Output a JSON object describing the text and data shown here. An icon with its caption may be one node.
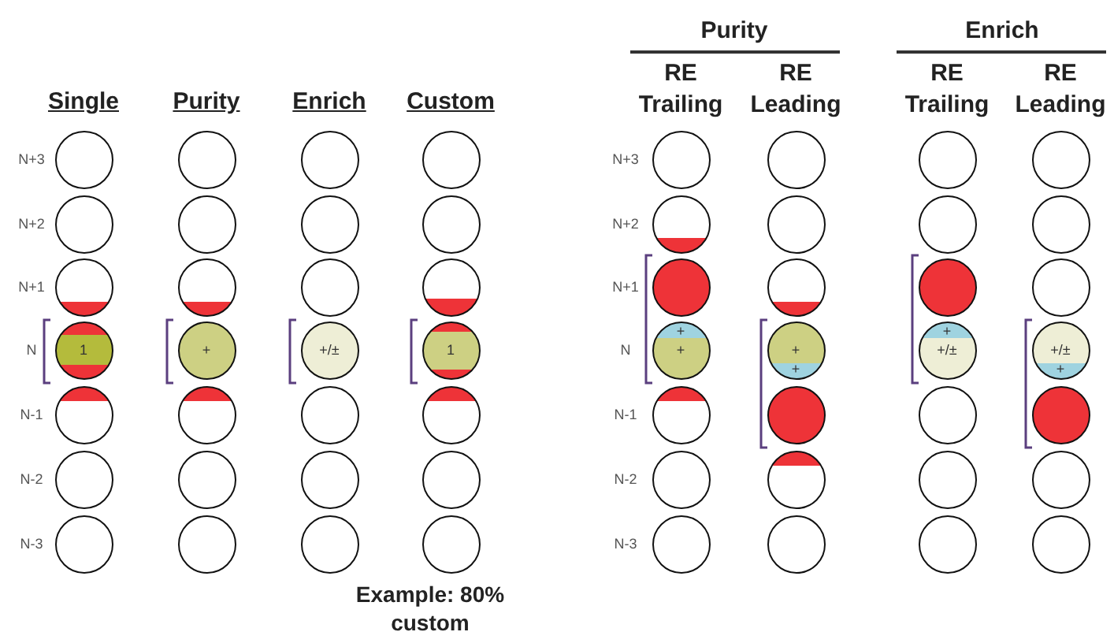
{
  "diagram": {
    "nodes": [
      {
        "text": [],
        "shape": "circle"
      },
      {
        "text": [],
        "shape": "circle"
      },
      {
        "text": [],
        "shape": "circle"
      },
      {
        "text": [],
        "shape": "circle"
      },
      {
        "text": [],
        "shape": "circle"
      },
      {
        "text": [],
        "shape": "circle"
      },
      {
        "text": [],
        "shape": "circle"
      },
      {
        "text": [],
        "shape": "circle"
      },
      {
        "text": [],
        "shape": "circle"
      },
      {
        "text": [],
        "shape": "circle"
      },
      {
        "text": [],
        "shape": "circle"
      },
      {
        "text": [],
        "shape": "circle"
      },
      {
        "text": [],
        "shape": "circle"
      },
      {
        "text": [],
        "shape": "circle"
      },
      {
        "text": [],
        "shape": "circle"
      },
      {
        "text": [],
        "shape": "circle"
      },
      {
        "text": [],
        "shape": "circle"
      },
      {
        "text": [],
        "shape": "circle"
      },
      {
        "text": [],
        "shape": "circle"
      },
      {
        "text": [],
        "shape": "circle"
      },
      {
        "text": [],
        "shape": "circle"
      },
      {
        "text": [],
        "shape": "circle"
      },
      {
        "text": [],
        "shape": "circle"
      },
      {
        "text": [],
        "shape": "circle"
      },
      {
        "text": [
          "1"
        ]
      },
      {
        "text": [
          "+"
        ]
      },
      {
        "text": [
          "+/±"
        ]
      },
      {
        "text": [
          "1"
        ]
      },
      {
        "text": [
          "+",
          "+"
        ]
      },
      {
        "text": [
          "+",
          "+"
        ]
      },
      {
        "text": [
          "+",
          "+/±"
        ]
      },
      {
        "text": [
          "+/±",
          "+"
        ]
      },
      {
        "text": [],
        "shape": "circle"
      },
      {
        "text": [],
        "shape": "circle"
      },
      {
        "text": [],
        "shape": "circle"
      },
      {
        "text": [],
        "shape": "circle"
      },
      {
        "text": [],
        "shape": "circle"
      },
      {
        "text": [],
        "shape": "circle"
      },
      {
        "text": [],
        "shape": "circle"
      },
      {
        "text": [],
        "shape": "circle"
      },
      {
        "text": [],
        "shape": "circle"
      },
      {
        "text": [],
        "shape": "circle"
      },
      {
        "text": [],
        "shape": "circle"
      },
      {
        "text": [],
        "shape": "circle"
      },
      {
        "text": [],
        "shape": "circle"
      },
      {
        "text": [],
        "shape": "circle"
      },
      {
        "text": [],
        "shape": "circle"
      },
      {
        "text": [],
        "shape": "circle"
      },
      {
        "text": [],
        "shape": "circle"
      },
      {
        "text": [],
        "shape": "circle"
      },
      {
        "text": [],
        "shape": "circle"
      },
      {
        "text": [],
        "shape": "circle"
      },
      {
        "text": [],
        "shape": "circle"
      },
      {
        "text": [],
        "shape": "circle"
      },
      {
        "text": [],
        "shape": "circle"
      },
      {
        "text": [],
        "shape": "circle"
      }
    ],
    "labels": [
      "Purity",
      "Enrich",
      "RE Trailing",
      "RE Leading",
      "RE Trailing",
      "RE Leading",
      "Single",
      "Purity",
      "Enrich",
      "Custom",
      "N+3",
      "N+3",
      "N+2",
      "N+2",
      "N+1",
      "N+1",
      "N",
      "N",
      "N-1",
      "N-1",
      "N-2",
      "N-2",
      "N-3",
      "N-3",
      "Example: 80% custom"
    ]
  }
}
